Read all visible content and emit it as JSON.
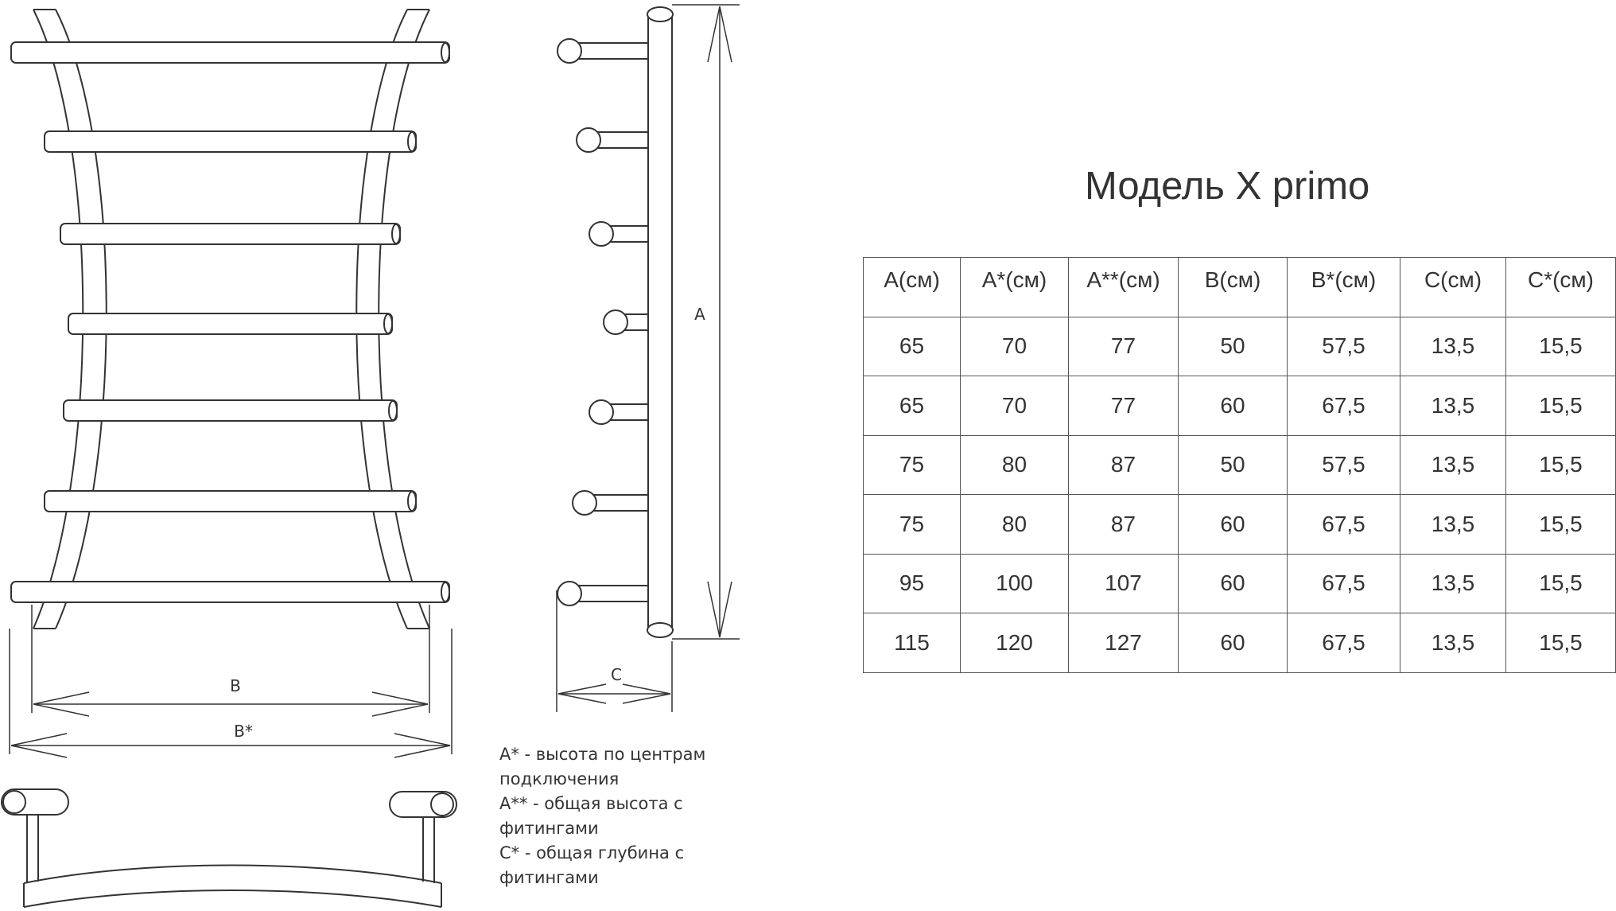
{
  "title": "Модель X primo",
  "drawing": {
    "dimension_labels": {
      "a": "A",
      "b": "B",
      "b_star": "B*",
      "c": "C"
    }
  },
  "table": {
    "headers": [
      "A(см)",
      "A*(см)",
      "A**(см)",
      "B(см)",
      "B*(см)",
      "C(см)",
      "C*(см)"
    ],
    "rows": [
      [
        "65",
        "70",
        "77",
        "50",
        "57,5",
        "13,5",
        "15,5"
      ],
      [
        "65",
        "70",
        "77",
        "60",
        "67,5",
        "13,5",
        "15,5"
      ],
      [
        "75",
        "80",
        "87",
        "50",
        "57,5",
        "13,5",
        "15,5"
      ],
      [
        "75",
        "80",
        "87",
        "60",
        "67,5",
        "13,5",
        "15,5"
      ],
      [
        "95",
        "100",
        "107",
        "60",
        "67,5",
        "13,5",
        "15,5"
      ],
      [
        "115",
        "120",
        "127",
        "60",
        "67,5",
        "13,5",
        "15,5"
      ]
    ]
  },
  "notes": [
    "A* - высота по центрам",
    "подключения",
    "A** - общая высота с",
    "фитингами",
    "C* - общая глубина с",
    "фитингами"
  ]
}
